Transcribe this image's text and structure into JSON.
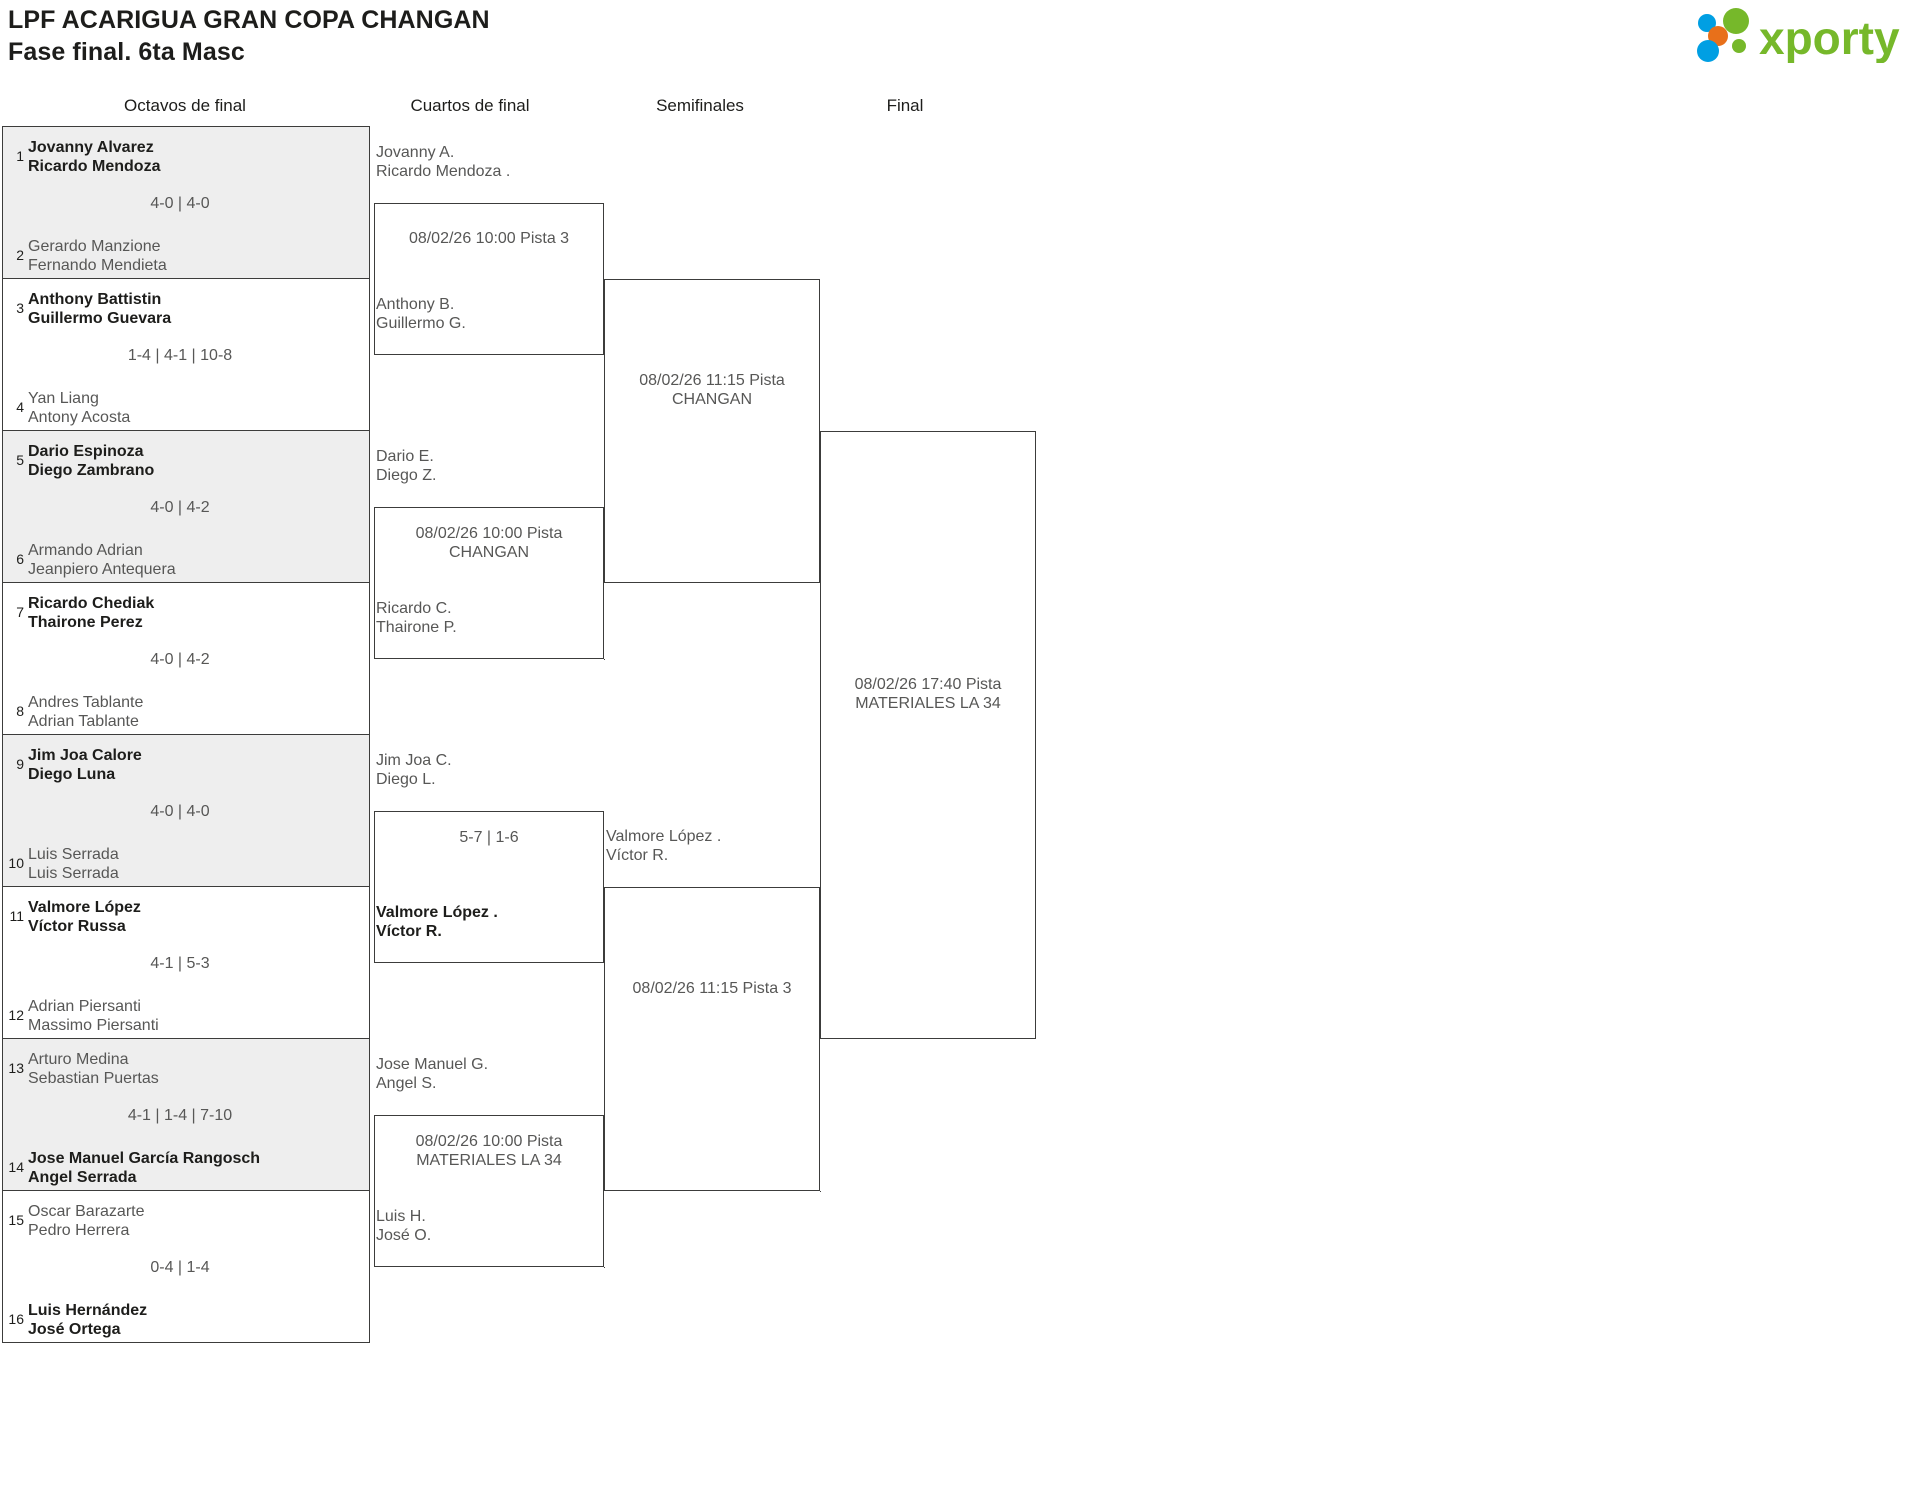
{
  "header": {
    "title_line1": "LPF ACARIGUA GRAN COPA CHANGAN",
    "title_line2": "Fase final. 6ta Masc",
    "logo_text": "xporty",
    "logo_colors": {
      "green": "#76b82a",
      "blue": "#009fe3",
      "orange": "#e8701a"
    }
  },
  "rounds": [
    {
      "label": "Octavos de final"
    },
    {
      "label": "Cuartos de final"
    },
    {
      "label": "Semifinales"
    },
    {
      "label": "Final"
    }
  ],
  "octavos": [
    {
      "shaded": true,
      "score": "4-0 | 4-0",
      "top": {
        "seed": "1",
        "p1": "Jovanny Alvarez",
        "p2": "Ricardo Mendoza",
        "winner": true
      },
      "bottom": {
        "seed": "2",
        "p1": "Gerardo Manzione",
        "p2": "Fernando Mendieta",
        "winner": false
      }
    },
    {
      "shaded": false,
      "score": "1-4 | 4-1 | 10-8",
      "top": {
        "seed": "3",
        "p1": "Anthony Battistin",
        "p2": "Guillermo Guevara",
        "winner": true
      },
      "bottom": {
        "seed": "4",
        "p1": "Yan Liang",
        "p2": "Antony Acosta",
        "winner": false
      }
    },
    {
      "shaded": true,
      "score": "4-0 | 4-2",
      "top": {
        "seed": "5",
        "p1": "Dario Espinoza",
        "p2": "Diego Zambrano",
        "winner": true
      },
      "bottom": {
        "seed": "6",
        "p1": "Armando Adrian",
        "p2": "Jeanpiero Antequera",
        "winner": false
      }
    },
    {
      "shaded": false,
      "score": "4-0 | 4-2",
      "top": {
        "seed": "7",
        "p1": "Ricardo Chediak",
        "p2": "Thairone Perez",
        "winner": true
      },
      "bottom": {
        "seed": "8",
        "p1": "Andres Tablante",
        "p2": "Adrian Tablante",
        "winner": false
      }
    },
    {
      "shaded": true,
      "score": "4-0 | 4-0",
      "top": {
        "seed": "9",
        "p1": "Jim Joa Calore",
        "p2": "Diego Luna",
        "winner": true
      },
      "bottom": {
        "seed": "10",
        "p1": "Luis Serrada",
        "p2": "Luis Serrada",
        "winner": false
      }
    },
    {
      "shaded": false,
      "score": "4-1 | 5-3",
      "top": {
        "seed": "11",
        "p1": "Valmore López",
        "p2": "Víctor Russa",
        "winner": true
      },
      "bottom": {
        "seed": "12",
        "p1": "Adrian Piersanti",
        "p2": "Massimo Piersanti",
        "winner": false
      }
    },
    {
      "shaded": true,
      "score": "4-1 | 1-4 | 7-10",
      "top": {
        "seed": "13",
        "p1": "Arturo Medina",
        "p2": "Sebastian Puertas",
        "winner": false
      },
      "bottom": {
        "seed": "14",
        "p1": "Jose Manuel García Rangosch",
        "p2": "Angel Serrada",
        "winner": true
      }
    },
    {
      "shaded": false,
      "score": "0-4 | 1-4",
      "top": {
        "seed": "15",
        "p1": "Oscar Barazarte",
        "p2": "Pedro Herrera",
        "winner": false
      },
      "bottom": {
        "seed": "16",
        "p1": "Luis Hernández",
        "p2": "José Ortega",
        "winner": true
      }
    }
  ],
  "cuartos": [
    {
      "info": "08/02/26 10:00 Pista 3",
      "top": {
        "p1": "Jovanny A.",
        "p2": "Ricardo Mendoza .",
        "winner": false
      },
      "bottom": {
        "p1": "Anthony B.",
        "p2": "Guillermo G.",
        "winner": false
      }
    },
    {
      "info": "08/02/26 10:00 Pista\nCHANGAN",
      "top": {
        "p1": "Dario E.",
        "p2": "Diego Z.",
        "winner": false
      },
      "bottom": {
        "p1": "Ricardo C.",
        "p2": "Thairone P.",
        "winner": false
      }
    },
    {
      "info": "5-7 | 1-6",
      "top": {
        "p1": "Jim Joa C.",
        "p2": "Diego L.",
        "winner": false
      },
      "bottom": {
        "p1": "Valmore López .",
        "p2": "Víctor R.",
        "winner": true
      }
    },
    {
      "info": "08/02/26 10:00 Pista\nMATERIALES LA 34",
      "top": {
        "p1": "Jose Manuel G.",
        "p2": "Angel S.",
        "winner": false
      },
      "bottom": {
        "p1": "Luis H.",
        "p2": "José O.",
        "winner": false
      }
    }
  ],
  "semifinales": [
    {
      "info": "08/02/26 11:15 Pista\nCHANGAN",
      "top": {
        "p1": "",
        "p2": "",
        "winner": false
      },
      "bottom": {
        "p1": "",
        "p2": "",
        "winner": false
      }
    },
    {
      "info": "08/02/26 11:15 Pista 3",
      "top": {
        "p1": "Valmore López .",
        "p2": "Víctor R.",
        "winner": false
      },
      "bottom": {
        "p1": "",
        "p2": "",
        "winner": false
      }
    }
  ],
  "final": {
    "info": "08/02/26 17:40 Pista\nMATERIALES LA 34",
    "top": {
      "p1": "",
      "p2": "",
      "winner": false
    },
    "bottom": {
      "p1": "",
      "p2": "",
      "winner": false
    }
  }
}
